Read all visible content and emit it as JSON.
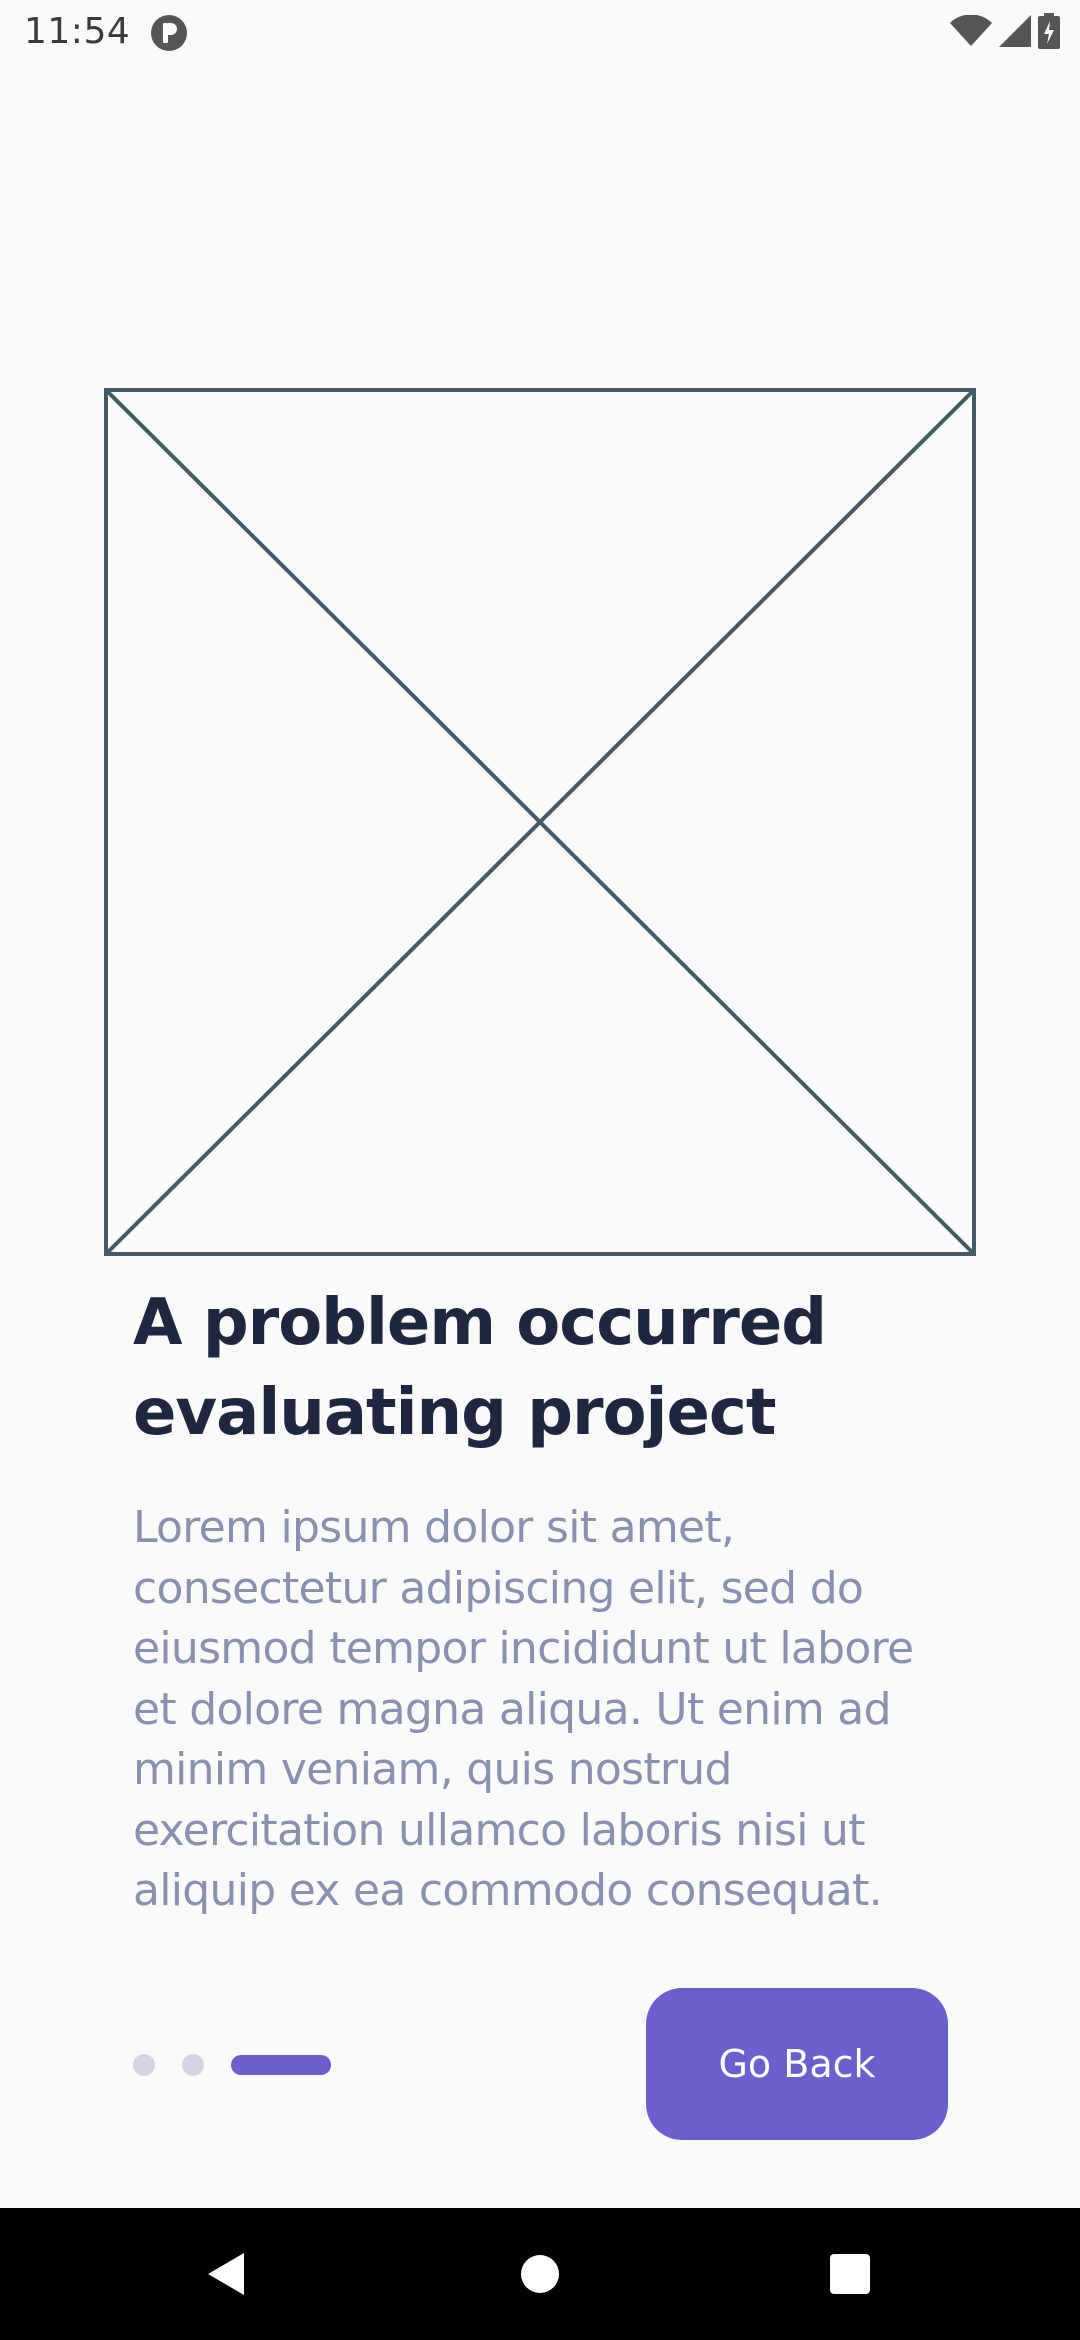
{
  "status_bar": {
    "time": "11:54",
    "icons": [
      "app-notification-icon",
      "wifi-icon",
      "cell-signal-icon",
      "battery-charging-icon"
    ]
  },
  "placeholder_image": {
    "icon": "image-placeholder-icon",
    "stroke_color": "#455A64"
  },
  "content": {
    "title_line1": "A problem occurred",
    "title_line2": "evaluating project",
    "body_lines": [
      "Lorem ipsum dolor sit amet,",
      "consectetur adipiscing elit, sed do",
      "eiusmod tempor incididunt ut labore",
      "et dolore magna aliqua. Ut enim ad",
      "minim veniam, quis nostrud",
      "exercitation ullamco laboris nisi ut",
      "aliquip ex ea commodo consequat."
    ]
  },
  "pager": {
    "page_count": 3,
    "current_page": 3
  },
  "actions": {
    "go_back_label": "Go Back"
  },
  "colors": {
    "accent": "#6A5FCC",
    "title": "#1F2740",
    "body": "#8A91AE",
    "inactive_dot": "#D3D6E2",
    "background": "#FAFAFA"
  },
  "nav_bar": {
    "icons": [
      "back-icon",
      "home-icon",
      "recents-icon"
    ]
  }
}
